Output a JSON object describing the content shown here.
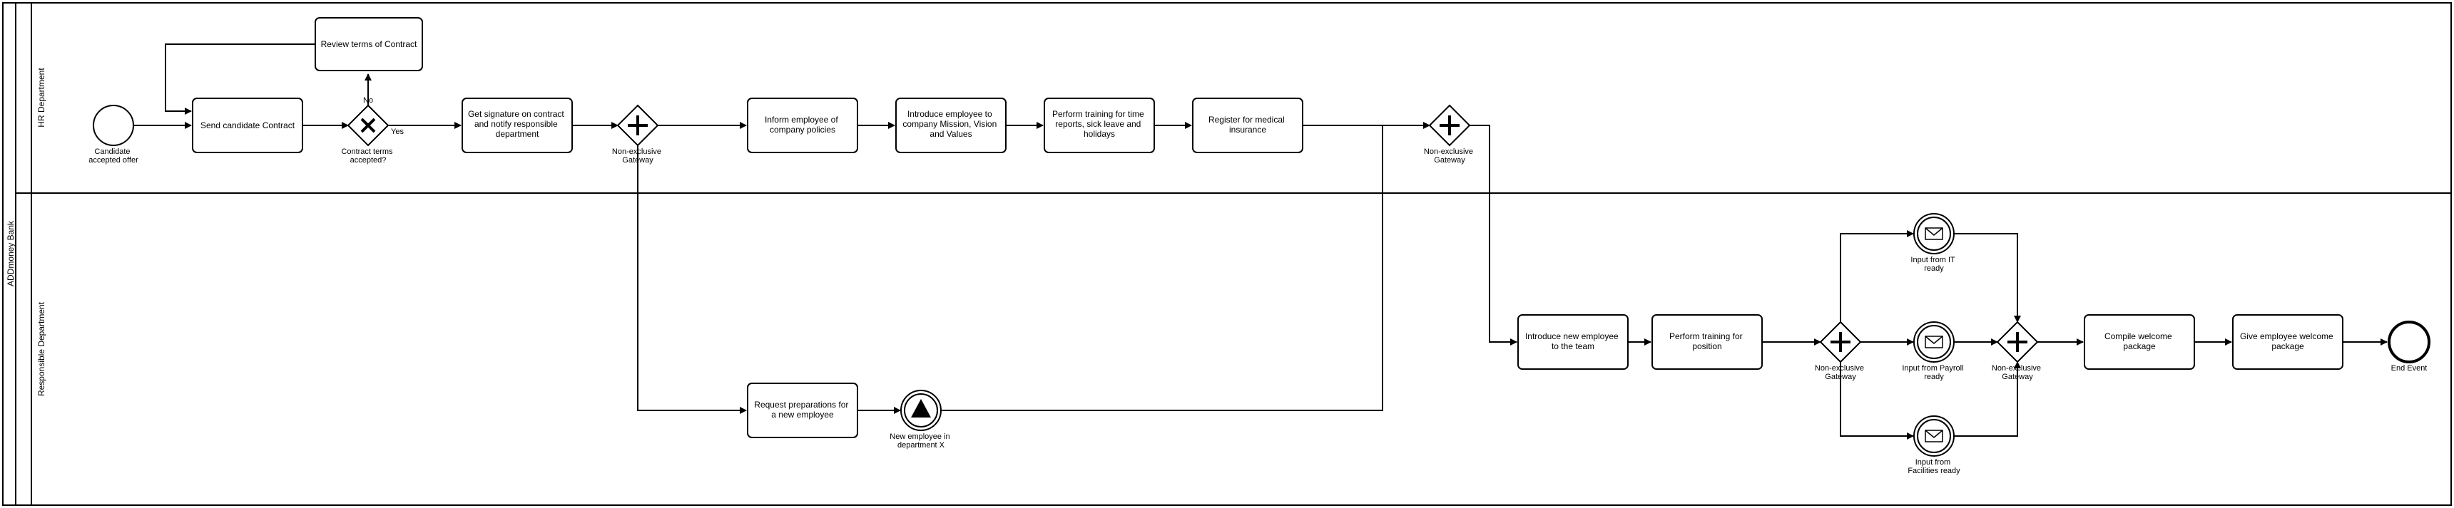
{
  "pool": {
    "name": "ADDmoney Bank"
  },
  "lanes": [
    {
      "name": "HR Department"
    },
    {
      "name": "Responsible Department"
    }
  ],
  "tasks": {
    "review_terms": [
      "Review terms of Contract"
    ],
    "send_contract": [
      "Send candidate Contract"
    ],
    "get_signature": [
      "Get signature on contract",
      "and notify responsible",
      "department"
    ],
    "inform_policies": [
      "Inform employee of",
      "company policies"
    ],
    "introduce_mission": [
      "Introduce employee to",
      "company Mission, Vision",
      "and Values"
    ],
    "training_time": [
      "Perform training for time",
      "reports, sick leave and",
      "holidays"
    ],
    "register_insurance": [
      "Register for medical",
      "insurance"
    ],
    "request_preparations": [
      "Request preparations for",
      "a new employee"
    ],
    "introduce_team": [
      "Introduce new employee",
      "to the team"
    ],
    "training_position": [
      "Perform training for",
      "position"
    ],
    "compile_package": [
      "Compile welcome",
      "package"
    ],
    "give_package": [
      "Give employee welcome",
      "package"
    ]
  },
  "events": {
    "start": [
      "Candidate",
      "accepted offer"
    ],
    "new_employee": [
      "New employee in",
      "department X"
    ],
    "input_it": [
      "Input from IT",
      "ready"
    ],
    "input_payroll": [
      "Input from Payroll",
      "ready"
    ],
    "input_facilities": [
      "Input from",
      "Facilities ready"
    ],
    "end": [
      "End Event"
    ]
  },
  "gateways": {
    "contract_accepted": [
      "Contract terms",
      "accepted?"
    ],
    "parallel_1": [
      "Non-exclusive",
      "Gateway"
    ],
    "parallel_2": [
      "Non-exclusive",
      "Gateway"
    ],
    "parallel_3": [
      "Non-exclusive",
      "Gateway"
    ],
    "parallel_4": [
      "Non-exclusive",
      "Gateway"
    ]
  },
  "flow_labels": {
    "no": "No",
    "yes": "Yes"
  }
}
